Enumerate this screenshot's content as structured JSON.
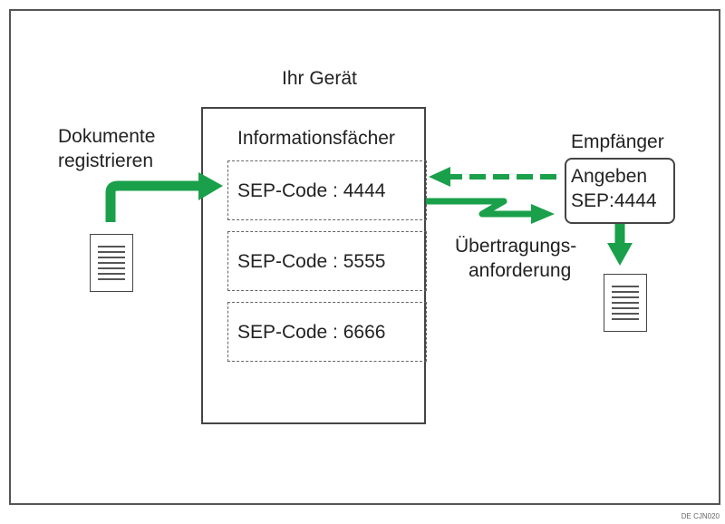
{
  "device": {
    "title": "Ihr Gerät",
    "box_label": "Informationsfächer"
  },
  "slots": [
    {
      "label": "SEP-Code : 4444"
    },
    {
      "label": "SEP-Code : 5555"
    },
    {
      "label": "SEP-Code : 6666"
    }
  ],
  "left": {
    "label_line1": "Dokumente",
    "label_line2": "registrieren"
  },
  "receiver": {
    "title": "Empfänger",
    "line1": "Angeben",
    "line2": "SEP:4444"
  },
  "transfer": {
    "line1": "Übertragungs-",
    "line2": "anforderung"
  },
  "credit": "DE CJN020",
  "colors": {
    "arrow": "#1aa04a",
    "frame": "#555555"
  }
}
